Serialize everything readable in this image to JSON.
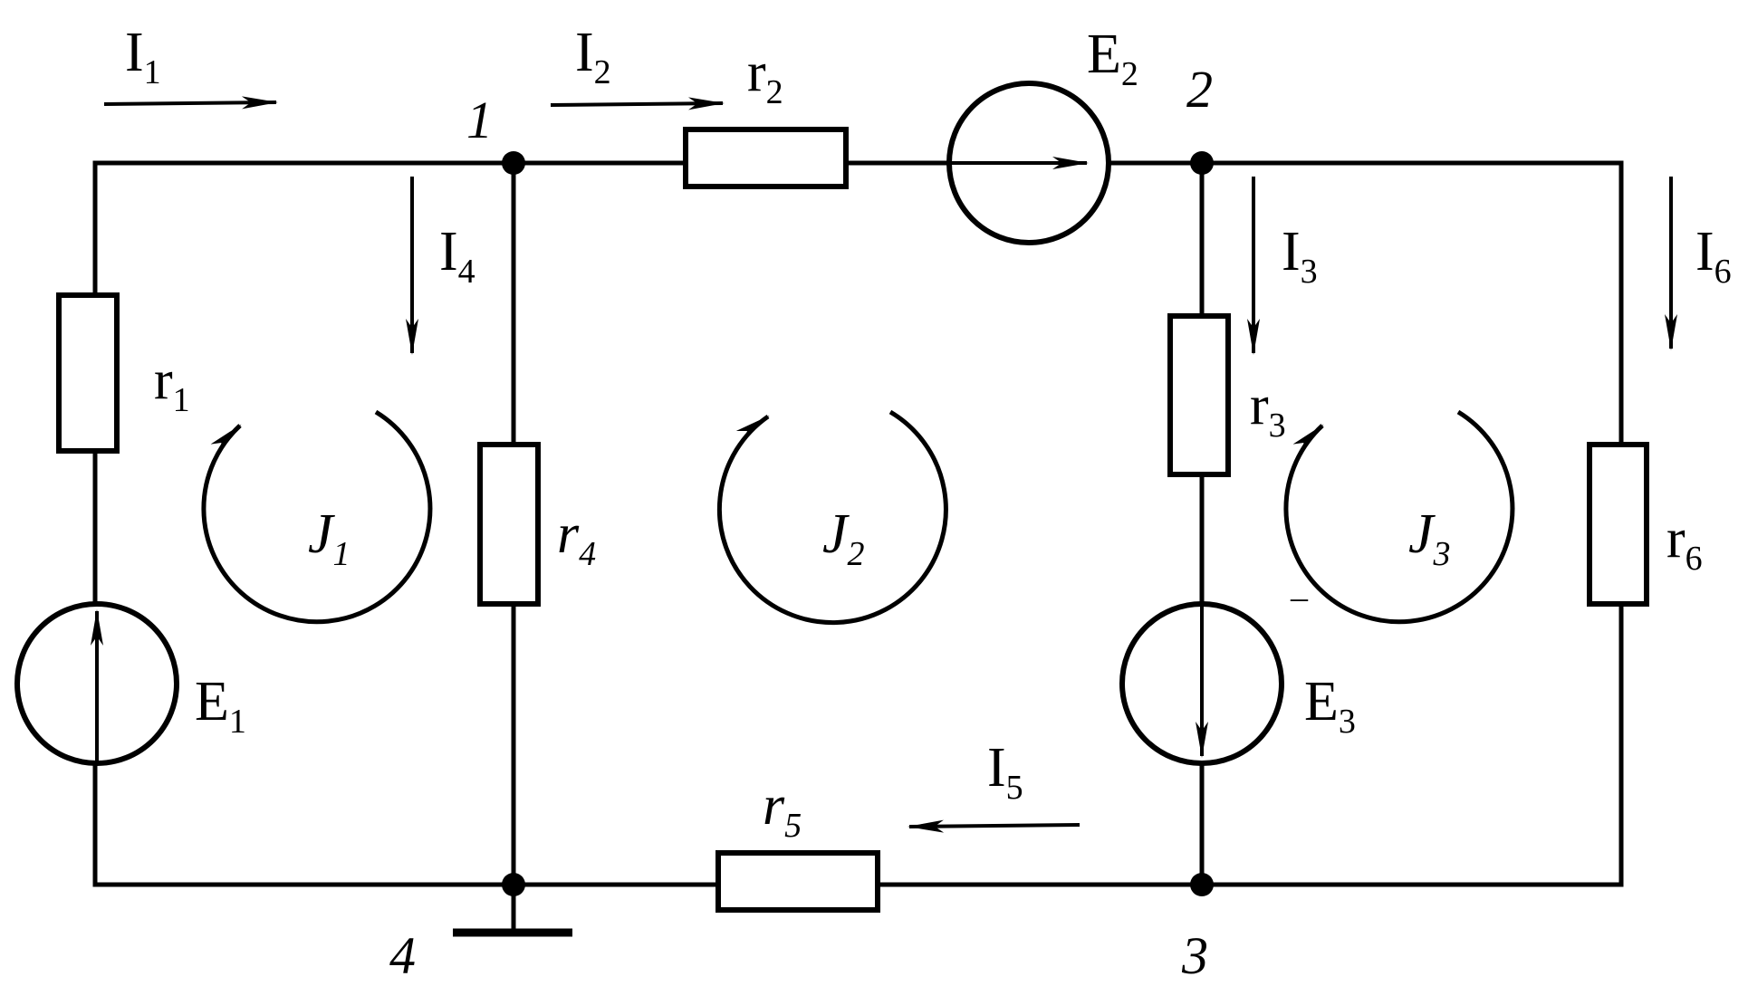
{
  "diagram": {
    "nodes": [
      "1",
      "2",
      "3",
      "4"
    ],
    "resistors": [
      {
        "id": "r1",
        "symbol": "r",
        "sub": "1"
      },
      {
        "id": "r2",
        "symbol": "r",
        "sub": "2"
      },
      {
        "id": "r3",
        "symbol": "r",
        "sub": "3"
      },
      {
        "id": "r4",
        "symbol": "r",
        "sub": "4"
      },
      {
        "id": "r5",
        "symbol": "r",
        "sub": "5"
      },
      {
        "id": "r6",
        "symbol": "r",
        "sub": "6"
      }
    ],
    "sources": [
      {
        "id": "E1",
        "symbol": "E",
        "sub": "1"
      },
      {
        "id": "E2",
        "symbol": "E",
        "sub": "2"
      },
      {
        "id": "E3",
        "symbol": "E",
        "sub": "3"
      }
    ],
    "currents": [
      {
        "id": "I1",
        "symbol": "I",
        "sub": "1"
      },
      {
        "id": "I2",
        "symbol": "I",
        "sub": "2"
      },
      {
        "id": "I3",
        "symbol": "I",
        "sub": "3"
      },
      {
        "id": "I4",
        "symbol": "I",
        "sub": "4"
      },
      {
        "id": "I5",
        "symbol": "I",
        "sub": "5"
      },
      {
        "id": "I6",
        "symbol": "I",
        "sub": "6"
      }
    ],
    "loop_currents": [
      {
        "id": "J1",
        "symbol": "J",
        "sub": "1"
      },
      {
        "id": "J2",
        "symbol": "J",
        "sub": "2"
      },
      {
        "id": "J3",
        "symbol": "J",
        "sub": "3"
      }
    ],
    "e3_minus": "–"
  }
}
